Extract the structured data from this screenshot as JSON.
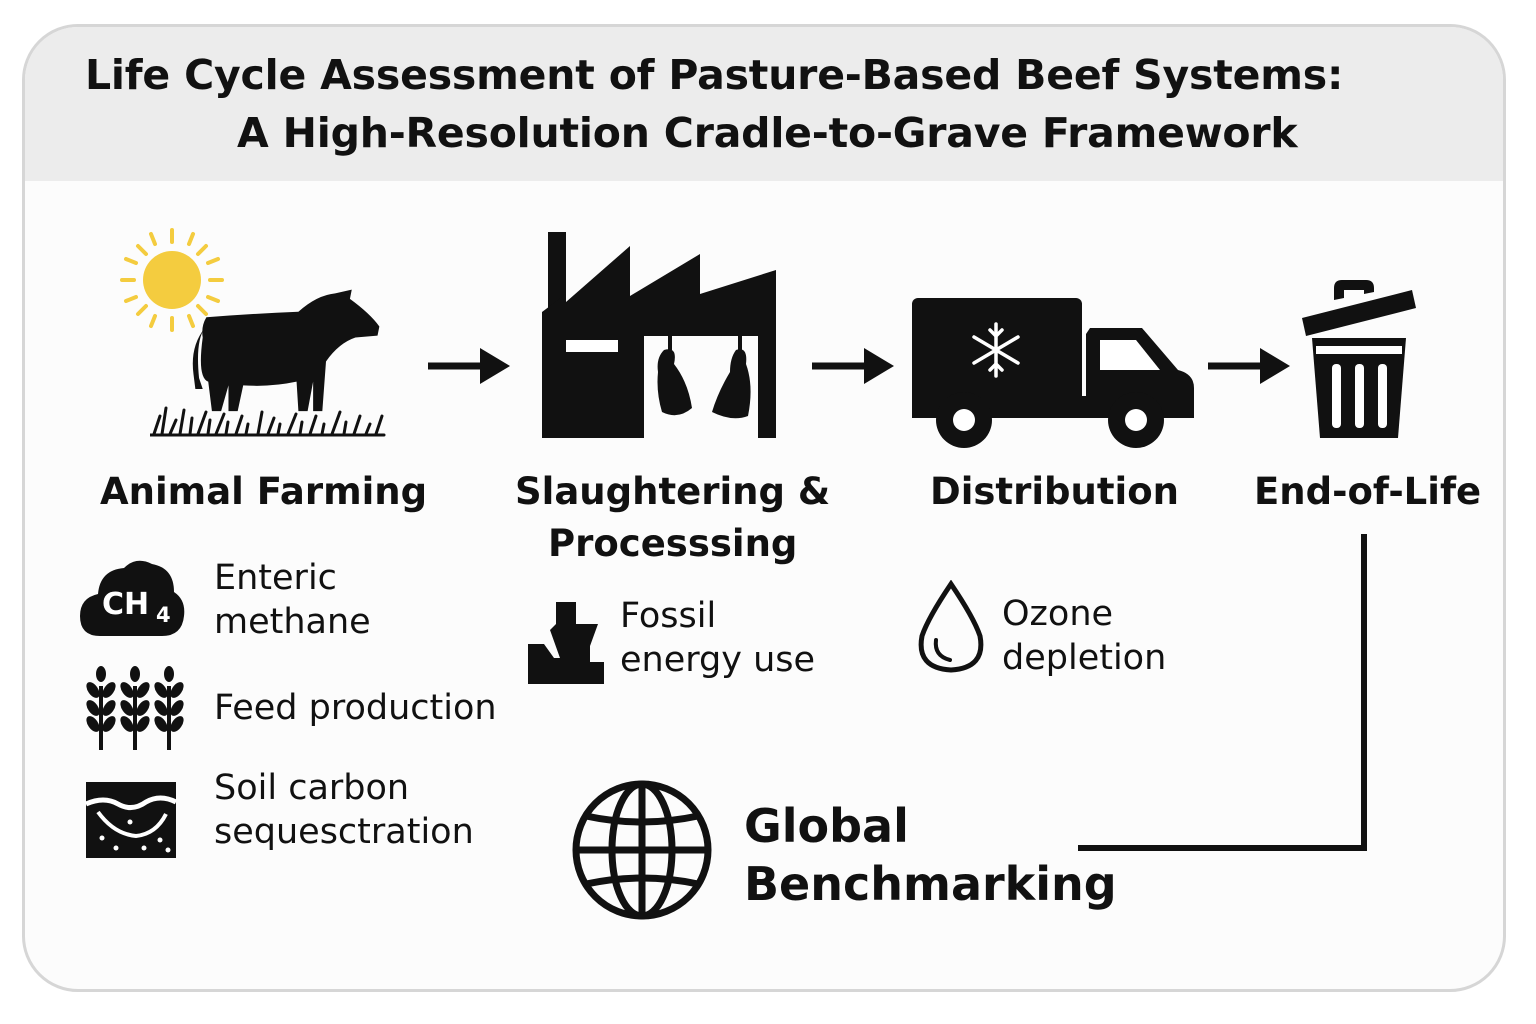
{
  "title": {
    "line1": "Life Cycle Assessment of Pasture-Based Beef Systems:",
    "line2": "A High-Resolution Cradle-to-Grave Framework"
  },
  "stages": [
    {
      "label": "Animal Farming"
    },
    {
      "label_line1": "Slaughtering &",
      "label_line2": "Processsing"
    },
    {
      "label": "Distribution"
    },
    {
      "label": "End-of-Life"
    }
  ],
  "impacts": {
    "enteric": {
      "icon_text": "CH",
      "icon_sub": "4",
      "line1": "Enteric",
      "line2": "methane"
    },
    "feed": {
      "label": "Feed production"
    },
    "soil": {
      "line1": "Soil carbon",
      "line2": "sequesctration"
    },
    "fossil": {
      "line1": "Fossil",
      "line2": "energy use"
    },
    "ozone": {
      "line1": "Ozone",
      "line2": "depletion"
    }
  },
  "global": {
    "line1": "Global",
    "line2": "Benchmarking"
  },
  "colors": {
    "sun": "#f4cc3f",
    "ink": "#111111",
    "title_band": "#ececec",
    "frame": "#d6d6d6"
  }
}
